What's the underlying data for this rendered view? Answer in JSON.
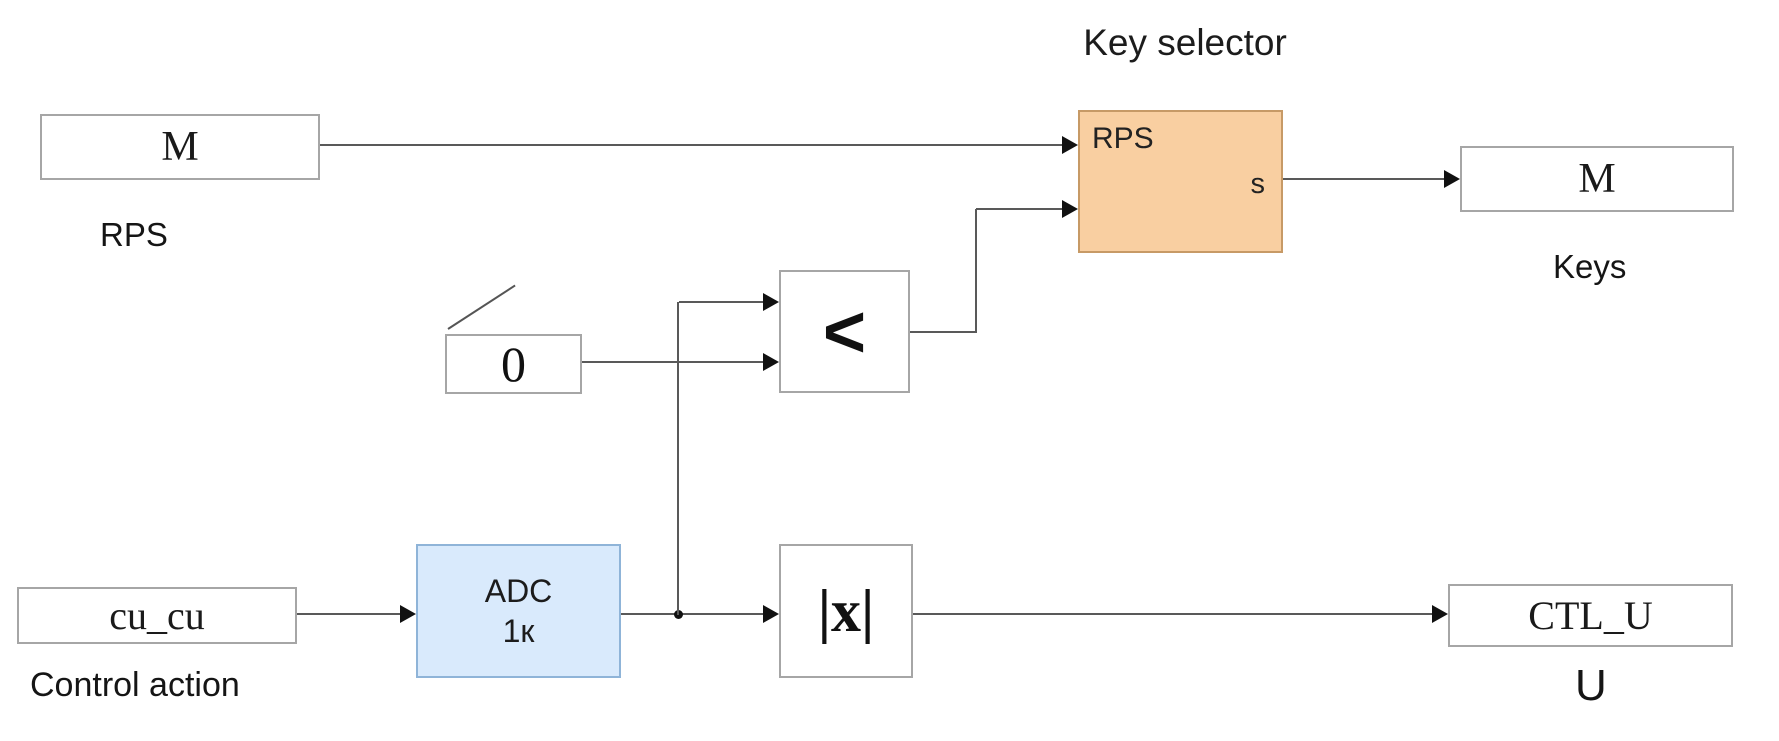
{
  "diagram": {
    "blocks": {
      "rps_port": {
        "label": "M",
        "caption": "RPS"
      },
      "key_selector": {
        "title": "Key selector",
        "input_label": "RPS",
        "output_label": "s"
      },
      "keys_port": {
        "label": "M",
        "caption": "Keys"
      },
      "zero_const": {
        "label": "0"
      },
      "less_than": {
        "label": "<"
      },
      "control_port": {
        "label": "cu_cu",
        "caption": "Control action"
      },
      "adc": {
        "label_top": "ADC",
        "label_bottom": "1к"
      },
      "abs_block": {
        "label": "|x|"
      },
      "ctl_port": {
        "label": "CTL_U",
        "caption": "U"
      }
    },
    "colors": {
      "key_selector_fill": "#f9cfa1",
      "adc_fill": "#d9eafc",
      "wire": "#595959",
      "block_border": "#a6a6a6"
    }
  }
}
